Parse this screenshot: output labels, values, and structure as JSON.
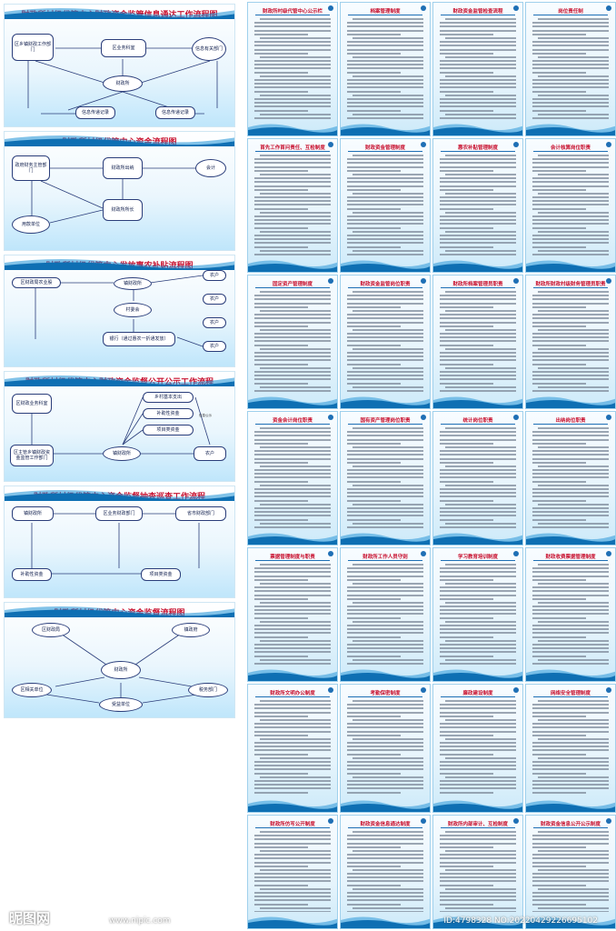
{
  "flowcharts": [
    {
      "title": "财政所村级代管中心财政资金监管信息通达工作流程图",
      "boxes": [
        "区乡镇财政工作部门",
        "区业务科室",
        "信息有关部门",
        "财政所",
        "信息传递记录",
        "信息传递记录"
      ]
    },
    {
      "title": "财政所村级代管中心资金流程图",
      "boxes": [
        "政府财务主管部门",
        "财政所出纳",
        "会计",
        "财政所所长",
        "用款单位"
      ]
    },
    {
      "title": "财政所村级代管中心发放惠农补贴流程图",
      "boxes": [
        "区财政局农业股",
        "镇财政所",
        "村委会",
        "银行（通过惠农一折通发放）",
        "农户",
        "农户",
        "农户",
        "农户"
      ]
    },
    {
      "title": "财政所村级代管中心财政资金监督公开公示工作流程",
      "boxes": [
        "区财政业务科室",
        "乡村基本支出",
        "补助性资金",
        "项目类资金",
        "区主管乡镇财政资金监管工作部门",
        "镇财政所",
        "农户",
        "信息公示"
      ]
    },
    {
      "title": "财政所村级代管中心资金监督抽查巡查工作流程",
      "boxes": [
        "镇财政所",
        "区业务财政部门",
        "省市财政部门",
        "补助性资金",
        "项目类资金"
      ]
    },
    {
      "title": "财政所村级代管中心资金监督流程图",
      "boxes": [
        "区财政局",
        "镇政府",
        "财政所",
        "区相关单位",
        "税务部门",
        "受益单位"
      ]
    }
  ],
  "panels": [
    "财政所村级代管中心公示栏",
    "档案管理制度",
    "财政资金监管检查流程",
    "岗位责任制",
    "首先工作首问责任、互检制度",
    "财政资金管理制度",
    "惠农补贴管理制度",
    "会计核算岗位职责",
    "固定资产管理制度",
    "财政资金监管岗位职责",
    "财政所档案管理员职责",
    "财政所财政村级财务管理员职责",
    "资金会计岗位职责",
    "国有资产管理岗位职责",
    "统计岗位职责",
    "出纳岗位职责",
    "票据管理制度与职责",
    "财政所工作人员守则",
    "学习教育培训制度",
    "财政收费票据管理制度",
    "财政所文明办公制度",
    "考勤保密制度",
    "廉政建设制度",
    "网络安全管理制度",
    "财政所仿写公开制度",
    "财政资金信息通达制度",
    "财政所内部审计、互检制度",
    "财政资金信息公开公示制度"
  ],
  "watermark": {
    "brand": "昵图网",
    "url": "www.nipic.com",
    "id": "ID:4798328 NO:20220429226695102"
  },
  "colors": {
    "title_red": "#c8102e",
    "accent_blue": "#1e6fb5",
    "wave_blue": "#1b8fd6"
  }
}
